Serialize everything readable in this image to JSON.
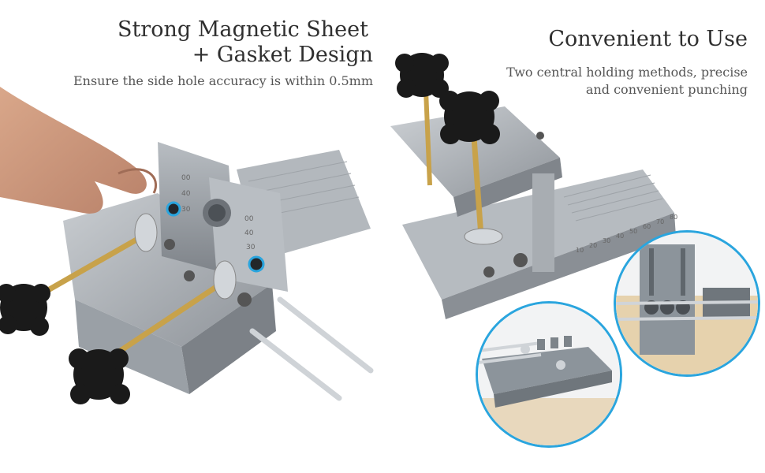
{
  "left_panel": {
    "title_line1": "Strong Magnetic Sheet",
    "title_line2": "+ Gasket Design",
    "subtitle": "Ensure the side hole accuracy is within 0.5mm",
    "scale_marks": [
      "00",
      "40",
      "30",
      "00",
      "40",
      "30"
    ]
  },
  "right_panel": {
    "title": "Convenient to Use",
    "subtitle_line1": "Two central holding methods, precise",
    "subtitle_line2": "and convenient punching",
    "scale_marks": [
      "10",
      "20",
      "30",
      "40",
      "50",
      "60",
      "70",
      "80"
    ]
  },
  "colors": {
    "accent": "#2aa5de",
    "aluminum": "#a9aeb3",
    "knob": "#1a1a1a"
  }
}
